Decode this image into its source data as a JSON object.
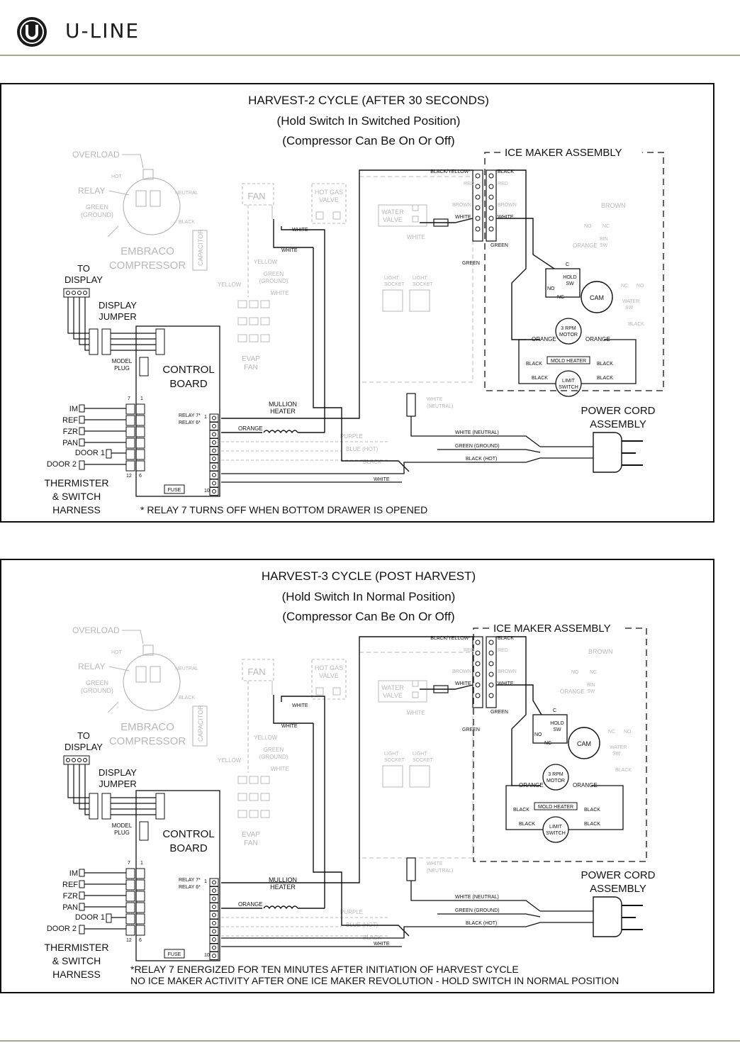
{
  "brand": {
    "name": "U-LINE"
  },
  "diagrams": [
    {
      "title": "HARVEST-2 CYCLE (AFTER 30 SECONDS)",
      "subtitle1": "(Hold Switch In Switched Position)",
      "subtitle2": "(Compressor Can Be On Or Off)",
      "ice_maker": "ICE MAKER ASSEMBLY",
      "note_lines": [
        "* RELAY 7 TURNS OFF WHEN BOTTOM DRAWER IS OPENED"
      ],
      "labels": {
        "overload": "OVERLOAD",
        "relay": "RELAY",
        "hot": "HOT",
        "neutral": "NEUTRAL",
        "green_ground": "GREEN",
        "ground": "(GROUND)",
        "black": "BLACK",
        "embraco": "EMBRACO",
        "compressor": "COMPRESSOR",
        "capacitor": "CAPACITOR",
        "fan": "FAN",
        "hot_gas": "HOT GAS",
        "valve": "VALVE",
        "white": "WHITE",
        "yellow": "YELLOW",
        "green": "GREEN",
        "to": "TO",
        "display": "DISPLAY",
        "display_jumper1": "DISPLAY",
        "display_jumper2": "JUMPER",
        "model": "MODEL",
        "plug": "PLUG",
        "control": "CONTROL",
        "board": "BOARD",
        "evap": "EVAP",
        "evap_fan": "FAN",
        "water": "WATER",
        "water_valve": "VALVE",
        "light": "LIGHT",
        "socket": "SOCKET",
        "black_yellow": "BLACK/YELLOW*",
        "red": "RED",
        "brown": "BROWN",
        "orange": "ORANGE",
        "hold": "HOLD",
        "sw": "SW",
        "no": "NO",
        "nc": "NC",
        "c": "C",
        "cam": "CAM",
        "bin": "BIN",
        "rpm": "3 RPM",
        "motor": "MOTOR",
        "mold_heater": "MOLD HEATER",
        "limit": "LIMIT",
        "switch": "SWITCH",
        "water_sw": "WATER",
        "mullion": "MULLION",
        "heater": "HEATER",
        "relay7": "RELAY 7*",
        "relay6": "RELAY 6*",
        "one": "1",
        "purple": "PURPLE",
        "blue_hot": "BLUE (HOT)",
        "white_neutral_paren": "(NEUTRAL)",
        "power_cord": "POWER CORD",
        "assembly": "ASSEMBLY",
        "white_neutral": "WHITE (NEUTRAL)",
        "green_ground2": "GREEN (GROUND)",
        "black_hot": "BLACK (HOT)",
        "im": "IM",
        "ref": "REF",
        "fzr": "FZR",
        "pan": "PAN",
        "door1": "DOOR 1",
        "door2": "DOOR 2",
        "thermister": "THERMISTER",
        "switch_amp": "& SWITCH",
        "harness": "HARNESS",
        "fuse": "FUSE",
        "n7": "7",
        "n12": "12",
        "n6": "6",
        "n10": "10"
      }
    },
    {
      "title": "HARVEST-3 CYCLE (POST HARVEST)",
      "subtitle1": "(Hold Switch In Normal Position)",
      "subtitle2": "(Compressor Can Be On Or Off)",
      "ice_maker": "ICE MAKER ASSEMBLY",
      "note_lines": [
        "*RELAY 7 ENERGIZED FOR TEN MINUTES AFTER INITIATION OF HARVEST CYCLE",
        "NO ICE MAKER ACTIVITY AFTER ONE ICE MAKER REVOLUTION - HOLD SWITCH IN NORMAL POSITION"
      ],
      "labels": {
        "overload": "OVERLOAD",
        "relay": "RELAY",
        "hot": "HOT",
        "neutral": "NEUTRAL",
        "green_ground": "GREEN",
        "ground": "(GROUND)",
        "black": "BLACK",
        "embraco": "EMBRACO",
        "compressor": "COMPRESSOR",
        "capacitor": "CAPACITOR",
        "fan": "FAN",
        "hot_gas": "HOT GAS",
        "valve": "VALVE",
        "white": "WHITE",
        "yellow": "YELLOW",
        "green": "GREEN",
        "to": "TO",
        "display": "DISPLAY",
        "display_jumper1": "DISPLAY",
        "display_jumper2": "JUMPER",
        "model": "MODEL",
        "plug": "PLUG",
        "control": "CONTROL",
        "board": "BOARD",
        "evap": "EVAP",
        "evap_fan": "FAN",
        "water": "WATER",
        "water_valve": "VALVE",
        "light": "LIGHT",
        "socket": "SOCKET",
        "black_yellow": "BLACK/YELLOW*",
        "red": "RED",
        "brown": "BROWN",
        "orange": "ORANGE",
        "hold": "HOLD",
        "sw": "SW",
        "no": "NO",
        "nc": "NC",
        "c": "C",
        "cam": "CAM",
        "bin": "BIN",
        "rpm": "3 RPM",
        "motor": "MOTOR",
        "mold_heater": "MOLD HEATER",
        "limit": "LIMIT",
        "switch": "SWITCH",
        "water_sw": "WATER",
        "mullion": "MULLION",
        "heater": "HEATER",
        "relay7": "RELAY 7*",
        "relay6": "RELAY 6*",
        "one": "1",
        "purple": "PURPLE",
        "blue_hot": "BLUE (HOT)",
        "white_neutral_paren": "(NEUTRAL)",
        "power_cord": "POWER CORD",
        "assembly": "ASSEMBLY",
        "white_neutral": "WHITE (NEUTRAL)",
        "green_ground2": "GREEN (GROUND)",
        "black_hot": "BLACK (HOT)",
        "im": "IM",
        "ref": "REF",
        "fzr": "FZR",
        "pan": "PAN",
        "door1": "DOOR 1",
        "door2": "DOOR 2",
        "thermister": "THERMISTER",
        "switch_amp": "& SWITCH",
        "harness": "HARNESS",
        "fuse": "FUSE",
        "n7": "7",
        "n12": "12",
        "n6": "6",
        "n10": "10"
      }
    }
  ]
}
